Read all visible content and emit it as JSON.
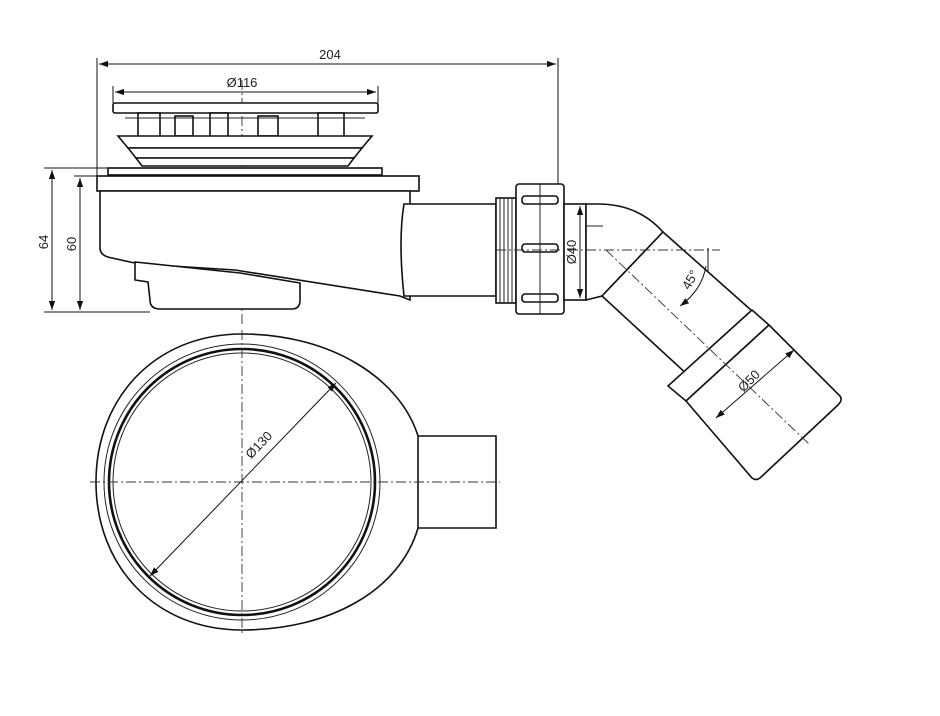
{
  "dimensions": {
    "overall_width": "204",
    "grate_diameter": "Ø116",
    "height_total": "64",
    "height_body": "60",
    "outlet_diameter": "Ø40",
    "elbow_angle": "45°",
    "pipe_diameter": "Ø50",
    "body_diameter": "Ø130"
  },
  "colors": {
    "line": "#111111",
    "background": "#ffffff"
  }
}
